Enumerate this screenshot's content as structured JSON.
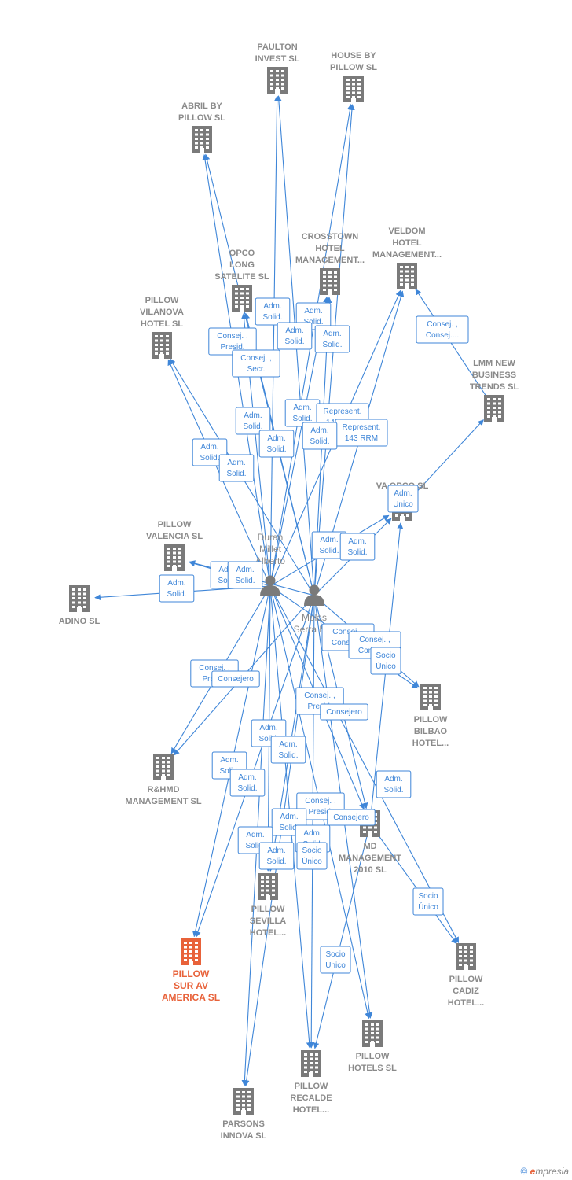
{
  "colors": {
    "edge": "#3f86d8",
    "company": "#7a7a7a",
    "highlight": "#e8623a",
    "label": "#8a8a8a"
  },
  "footer": {
    "copyright": "©",
    "brand_initial": "e",
    "brand_rest": "mpresia"
  },
  "persons": [
    {
      "id": "duran",
      "label": [
        "Duran",
        "Millet",
        "Alberto"
      ],
      "icon": "person-icon"
    },
    {
      "id": "molas",
      "label": [
        "Molas",
        "Serra M..."
      ],
      "icon": "person-icon"
    }
  ],
  "companies": [
    {
      "id": "paulton",
      "label": [
        "PAULTON",
        "INVEST SL"
      ]
    },
    {
      "id": "housebypillow",
      "label": [
        "HOUSE BY",
        "PILLOW SL"
      ]
    },
    {
      "id": "abril",
      "label": [
        "ABRIL BY",
        "PILLOW SL"
      ]
    },
    {
      "id": "crosstown",
      "label": [
        "CROSSTOWN",
        "HOTEL",
        "MANAGEMENT..."
      ]
    },
    {
      "id": "veldom",
      "label": [
        "VELDOM",
        "HOTEL",
        "MANAGEMENT..."
      ]
    },
    {
      "id": "opco",
      "label": [
        "OPCO",
        "LONG",
        "SATELITE SL"
      ]
    },
    {
      "id": "vilanova",
      "label": [
        "PILLOW",
        "VILANOVA",
        "HOTEL SL"
      ]
    },
    {
      "id": "lmm",
      "label": [
        "LMM NEW",
        "BUSINESS",
        "TRENDS SL"
      ]
    },
    {
      "id": "vaopco",
      "label": [
        "VA OPCO SL"
      ]
    },
    {
      "id": "valencia",
      "label": [
        "PILLOW",
        "VALENCIA SL"
      ]
    },
    {
      "id": "adino",
      "label": [
        "ADINO SL"
      ]
    },
    {
      "id": "bilbao",
      "label": [
        "PILLOW",
        "BILBAO",
        "HOTEL..."
      ]
    },
    {
      "id": "rhmd",
      "label": [
        "R&HMD",
        "MANAGEMENT SL"
      ]
    },
    {
      "id": "md",
      "label": [
        "MD",
        "MANAGEMENT",
        "2010 SL"
      ]
    },
    {
      "id": "sevilla",
      "label": [
        "PILLOW",
        "SEVILLA",
        "HOTEL..."
      ]
    },
    {
      "id": "suramerica",
      "label": [
        "PILLOW",
        "SUR AV",
        "AMERICA SL"
      ],
      "highlight": true
    },
    {
      "id": "cadiz",
      "label": [
        "PILLOW",
        "CADIZ",
        "HOTEL..."
      ]
    },
    {
      "id": "hotels",
      "label": [
        "PILLOW",
        "HOTELS SL"
      ]
    },
    {
      "id": "recalde",
      "label": [
        "PILLOW",
        "RECALDE",
        "HOTEL..."
      ]
    },
    {
      "id": "parsons",
      "label": [
        "PARSONS",
        "INNOVA SL"
      ]
    }
  ],
  "edges": [
    {
      "from": "duran",
      "to": "paulton"
    },
    {
      "from": "molas",
      "to": "paulton"
    },
    {
      "from": "duran",
      "to": "housebypillow"
    },
    {
      "from": "molas",
      "to": "housebypillow"
    },
    {
      "from": "duran",
      "to": "abril"
    },
    {
      "from": "molas",
      "to": "abril"
    },
    {
      "from": "duran",
      "to": "crosstown"
    },
    {
      "from": "molas",
      "to": "crosstown"
    },
    {
      "from": "duran",
      "to": "opco"
    },
    {
      "from": "molas",
      "to": "opco"
    },
    {
      "from": "duran",
      "to": "veldom"
    },
    {
      "from": "molas",
      "to": "veldom"
    },
    {
      "from": "lmm",
      "to": "veldom"
    },
    {
      "from": "duran",
      "to": "vilanova"
    },
    {
      "from": "molas",
      "to": "vilanova"
    },
    {
      "from": "vaopco",
      "to": "lmm"
    },
    {
      "from": "duran",
      "to": "vaopco"
    },
    {
      "from": "molas",
      "to": "vaopco"
    },
    {
      "from": "duran",
      "to": "valencia"
    },
    {
      "from": "molas",
      "to": "valencia"
    },
    {
      "from": "duran",
      "to": "adino"
    },
    {
      "from": "duran",
      "to": "bilbao"
    },
    {
      "from": "molas",
      "to": "bilbao"
    },
    {
      "from": "duran",
      "to": "rhmd"
    },
    {
      "from": "molas",
      "to": "rhmd"
    },
    {
      "from": "duran",
      "to": "md"
    },
    {
      "from": "molas",
      "to": "md"
    },
    {
      "from": "md",
      "to": "vaopco"
    },
    {
      "from": "duran",
      "to": "sevilla"
    },
    {
      "from": "molas",
      "to": "sevilla"
    },
    {
      "from": "duran",
      "to": "suramerica"
    },
    {
      "from": "molas",
      "to": "suramerica"
    },
    {
      "from": "duran",
      "to": "cadiz"
    },
    {
      "from": "md",
      "to": "cadiz"
    },
    {
      "from": "duran",
      "to": "hotels"
    },
    {
      "from": "molas",
      "to": "hotels"
    },
    {
      "from": "duran",
      "to": "recalde"
    },
    {
      "from": "molas",
      "to": "recalde"
    },
    {
      "from": "md",
      "to": "recalde"
    },
    {
      "from": "duran",
      "to": "parsons"
    },
    {
      "from": "molas",
      "to": "parsons"
    }
  ],
  "edge_labels": [
    {
      "lines": [
        "Adm.",
        "Solid."
      ]
    },
    {
      "lines": [
        "Adm.",
        "Solid."
      ]
    },
    {
      "lines": [
        "Adm.",
        "Solid."
      ]
    },
    {
      "lines": [
        "Adm.",
        "Solid."
      ]
    },
    {
      "lines": [
        "Consej. ,",
        "Presid."
      ]
    },
    {
      "lines": [
        "Consej. ,",
        "Secr."
      ]
    },
    {
      "lines": [
        "Consej. ,",
        "Consej...."
      ]
    },
    {
      "lines": [
        "Adm.",
        "Solid."
      ]
    },
    {
      "lines": [
        "Adm.",
        "Solid."
      ]
    },
    {
      "lines": [
        "Represent.",
        "143 RRM"
      ]
    },
    {
      "lines": [
        "Represent.",
        "143 RRM"
      ]
    },
    {
      "lines": [
        "Adm.",
        "Solid."
      ]
    },
    {
      "lines": [
        "Adm.",
        "Solid."
      ]
    },
    {
      "lines": [
        "Adm.",
        "Solid."
      ]
    },
    {
      "lines": [
        "Adm.",
        "Solid."
      ]
    },
    {
      "lines": [
        "Adm.",
        "Unico"
      ]
    },
    {
      "lines": [
        "Adm.",
        "Solid."
      ]
    },
    {
      "lines": [
        "Adm.",
        "Solid."
      ]
    },
    {
      "lines": [
        "Adm.",
        "Solid."
      ]
    },
    {
      "lines": [
        "Adm.",
        "Solid."
      ]
    },
    {
      "lines": [
        "Adm.",
        "Solid."
      ]
    },
    {
      "lines": [
        "Consej. ,",
        "Consej...."
      ]
    },
    {
      "lines": [
        "Consej. ,",
        "Consej...."
      ]
    },
    {
      "lines": [
        "Socio",
        "Único"
      ]
    },
    {
      "lines": [
        "Consej. ,",
        "Presid."
      ]
    },
    {
      "lines": [
        "Consejero"
      ]
    },
    {
      "lines": [
        "Consej. ,",
        "Presid."
      ]
    },
    {
      "lines": [
        "Consejero"
      ]
    },
    {
      "lines": [
        "Adm.",
        "Solid."
      ]
    },
    {
      "lines": [
        "Adm.",
        "Solid."
      ]
    },
    {
      "lines": [
        "Adm.",
        "Solid."
      ]
    },
    {
      "lines": [
        "Adm.",
        "Solid."
      ]
    },
    {
      "lines": [
        "Adm.",
        "Solid."
      ]
    },
    {
      "lines": [
        "Consej. ,",
        "Presid."
      ]
    },
    {
      "lines": [
        "Consejero"
      ]
    },
    {
      "lines": [
        "Adm.",
        "Solid."
      ]
    },
    {
      "lines": [
        "Adm.",
        "Solid."
      ]
    },
    {
      "lines": [
        "Adm.",
        "Solid."
      ]
    },
    {
      "lines": [
        "Adm.",
        "Solid."
      ]
    },
    {
      "lines": [
        "Socio",
        "Único"
      ]
    },
    {
      "lines": [
        "Socio",
        "Único"
      ]
    },
    {
      "lines": [
        "Socio",
        "Único"
      ]
    }
  ]
}
